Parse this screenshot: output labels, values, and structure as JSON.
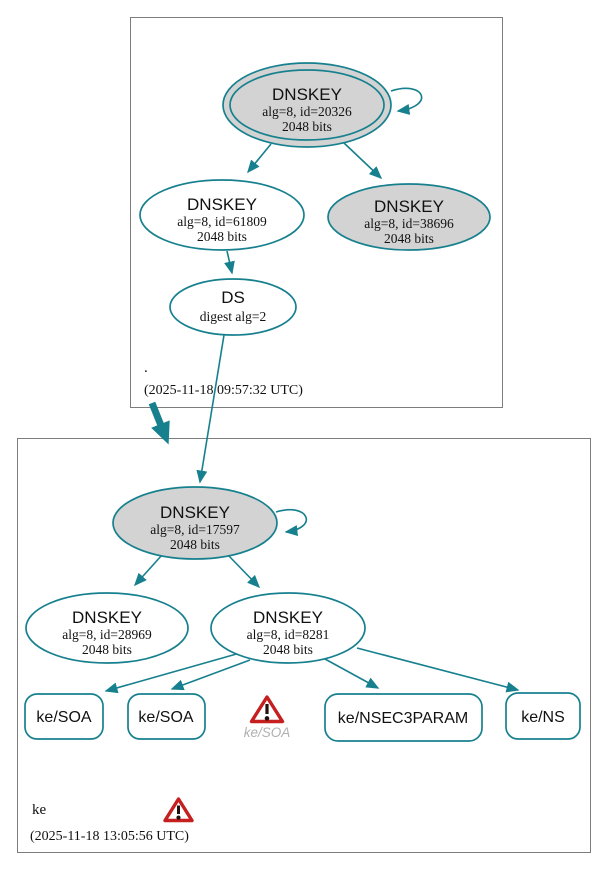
{
  "colors": {
    "teal": "#17808e",
    "node_fill_gray": "#d3d3d3",
    "node_fill_white": "#ffffff",
    "zone_box_border": "#7d7d7d",
    "warning_red": "#c5201f",
    "muted_label_gray": "#b0b0b0"
  },
  "root_zone": {
    "label": ".",
    "timestamp": "(2025-11-18 09:57:32 UTC)",
    "ksk": {
      "title": "DNSKEY",
      "detail": "alg=8, id=20326",
      "bits": "2048 bits"
    },
    "zsk": {
      "title": "DNSKEY",
      "detail": "alg=8, id=61809",
      "bits": "2048 bits"
    },
    "key2": {
      "title": "DNSKEY",
      "detail": "alg=8, id=38696",
      "bits": "2048 bits"
    },
    "ds": {
      "title": "DS",
      "detail": "digest alg=2"
    }
  },
  "ke_zone": {
    "label": "ke",
    "timestamp": "(2025-11-18 13:05:56 UTC)",
    "ksk": {
      "title": "DNSKEY",
      "detail": "alg=8, id=17597",
      "bits": "2048 bits"
    },
    "key1": {
      "title": "DNSKEY",
      "detail": "alg=8, id=28969",
      "bits": "2048 bits"
    },
    "key2": {
      "title": "DNSKEY",
      "detail": "alg=8, id=8281",
      "bits": "2048 bits"
    },
    "rrsets": {
      "soa1": "ke/SOA",
      "soa2": "ke/SOA",
      "soa_warn": "ke/SOA",
      "nsec3param": "ke/NSEC3PARAM",
      "ns": "ke/NS"
    }
  }
}
